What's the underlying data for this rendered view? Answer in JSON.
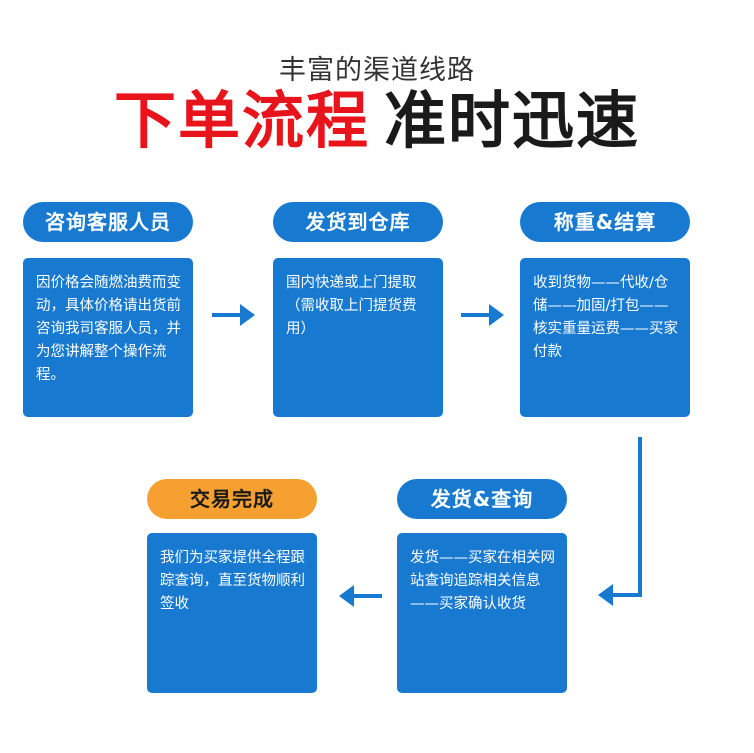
{
  "header": {
    "subtitle": "丰富的渠道线路",
    "headline_red": "下单流程",
    "headline_dark": "准时迅速"
  },
  "steps": [
    {
      "title": "咨询客服人员",
      "body": "因价格会随燃油费而变动，具体价格请出货前咨询我司客服人员，并为您讲解整个操作流程。"
    },
    {
      "title": "发货到仓库",
      "body": "国内快递或上门提取（需收取上门提货费用）"
    },
    {
      "title": "称重&结算",
      "body": "收到货物——代收/仓储——加固/打包——核实重量运费——买家付款"
    },
    {
      "title": "发货&查询",
      "body": "发货——买家在相关网站查询追踪相关信息——买家确认收货"
    },
    {
      "title": "交易完成",
      "body": "我们为买家提供全程跟踪查询，直至货物顺利签收"
    }
  ],
  "colors": {
    "accent_blue": "#1779cf",
    "highlight_orange": "#f5a030",
    "headline_red": "#e8141c"
  }
}
